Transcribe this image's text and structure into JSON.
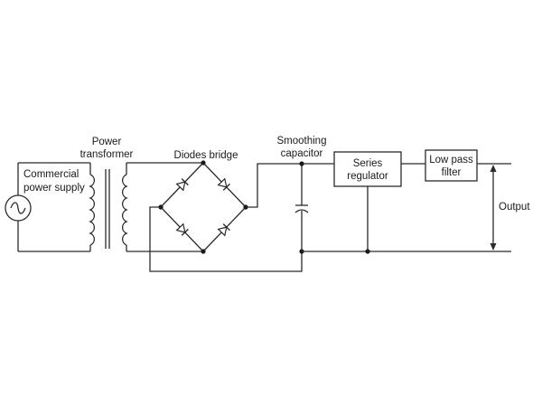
{
  "labels": {
    "commercial_line1": "Commercial",
    "commercial_line2": "power supply",
    "transformer_line1": "Power",
    "transformer_line2": "transformer",
    "diodes_bridge": "Diodes bridge",
    "smoothing_line1": "Smoothing",
    "smoothing_line2": "capacitor",
    "regulator_line1": "Series",
    "regulator_line2": "regulator",
    "filter_line1": "Low pass",
    "filter_line2": "filter",
    "output": "Output"
  },
  "colors": {
    "line": "#2b2b2b",
    "background": "#ffffff"
  }
}
